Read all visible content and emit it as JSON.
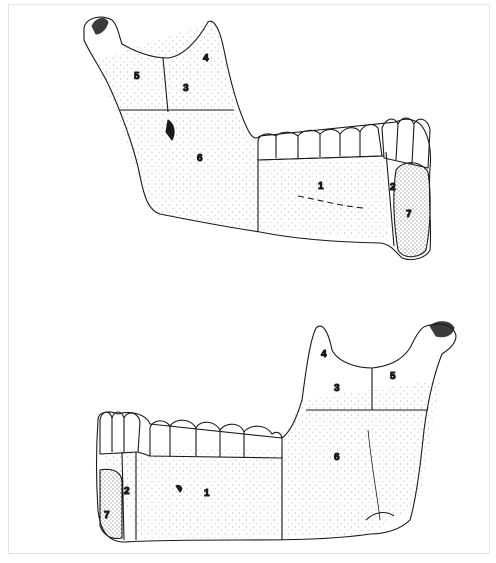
{
  "colors": {
    "ink": "#1a1a1a",
    "border": "#e3e3e3",
    "background": "#ffffff",
    "fragment": "#f1efe8"
  },
  "upper_view": {
    "labels": [
      "1",
      "2",
      "3",
      "4",
      "5",
      "6",
      "7"
    ]
  },
  "lower_view": {
    "labels": [
      "1",
      "2",
      "3",
      "4",
      "5",
      "6",
      "7"
    ]
  }
}
